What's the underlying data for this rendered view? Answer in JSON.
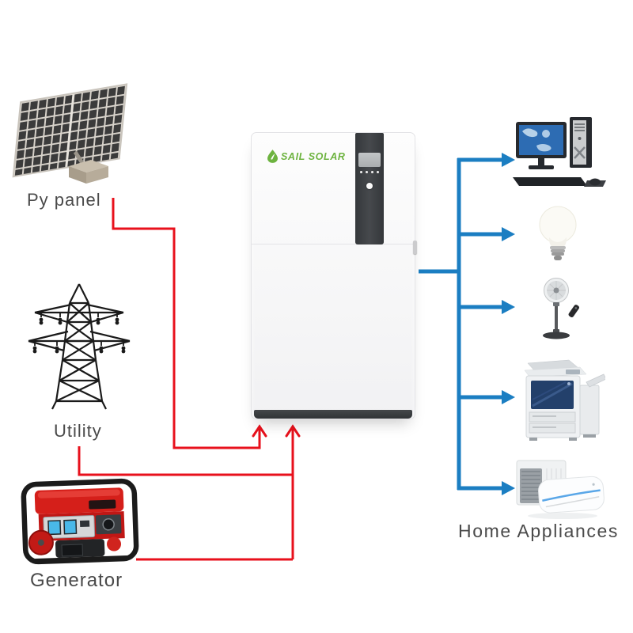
{
  "colors": {
    "input_line": "#e8111c",
    "output_line": "#1b7ec2",
    "brand_green": "#6db33f",
    "label_text": "#4a4a4a"
  },
  "diagram": {
    "type": "solar-energy-storage-flow",
    "sources": [
      {
        "id": "py_panel",
        "label": "Py panel",
        "icon": "solar-panel-icon"
      },
      {
        "id": "utility",
        "label": "Utility",
        "icon": "power-tower-icon"
      },
      {
        "id": "generator",
        "label": "Generator",
        "icon": "generator-icon"
      }
    ],
    "storage_unit": {
      "brand": "SAIL SOLAR",
      "icon": "battery-inverter-unit",
      "features": [
        "lcd-display",
        "indicator-dots",
        "power-button"
      ]
    },
    "loads": {
      "label": "Home Appliances",
      "items": [
        {
          "icon": "desktop-computer-icon"
        },
        {
          "icon": "light-bulb-icon"
        },
        {
          "icon": "standing-fan-icon"
        },
        {
          "icon": "copier-icon"
        },
        {
          "icon": "air-conditioner-icon"
        }
      ]
    },
    "connections": [
      {
        "from": "py_panel",
        "to": "storage_unit",
        "color_key": "input_line"
      },
      {
        "from": "utility",
        "to": "storage_unit",
        "color_key": "input_line"
      },
      {
        "from": "generator",
        "to": "storage_unit",
        "color_key": "input_line"
      },
      {
        "from": "storage_unit",
        "to": "loads",
        "color_key": "output_line",
        "branches": 5
      }
    ]
  }
}
